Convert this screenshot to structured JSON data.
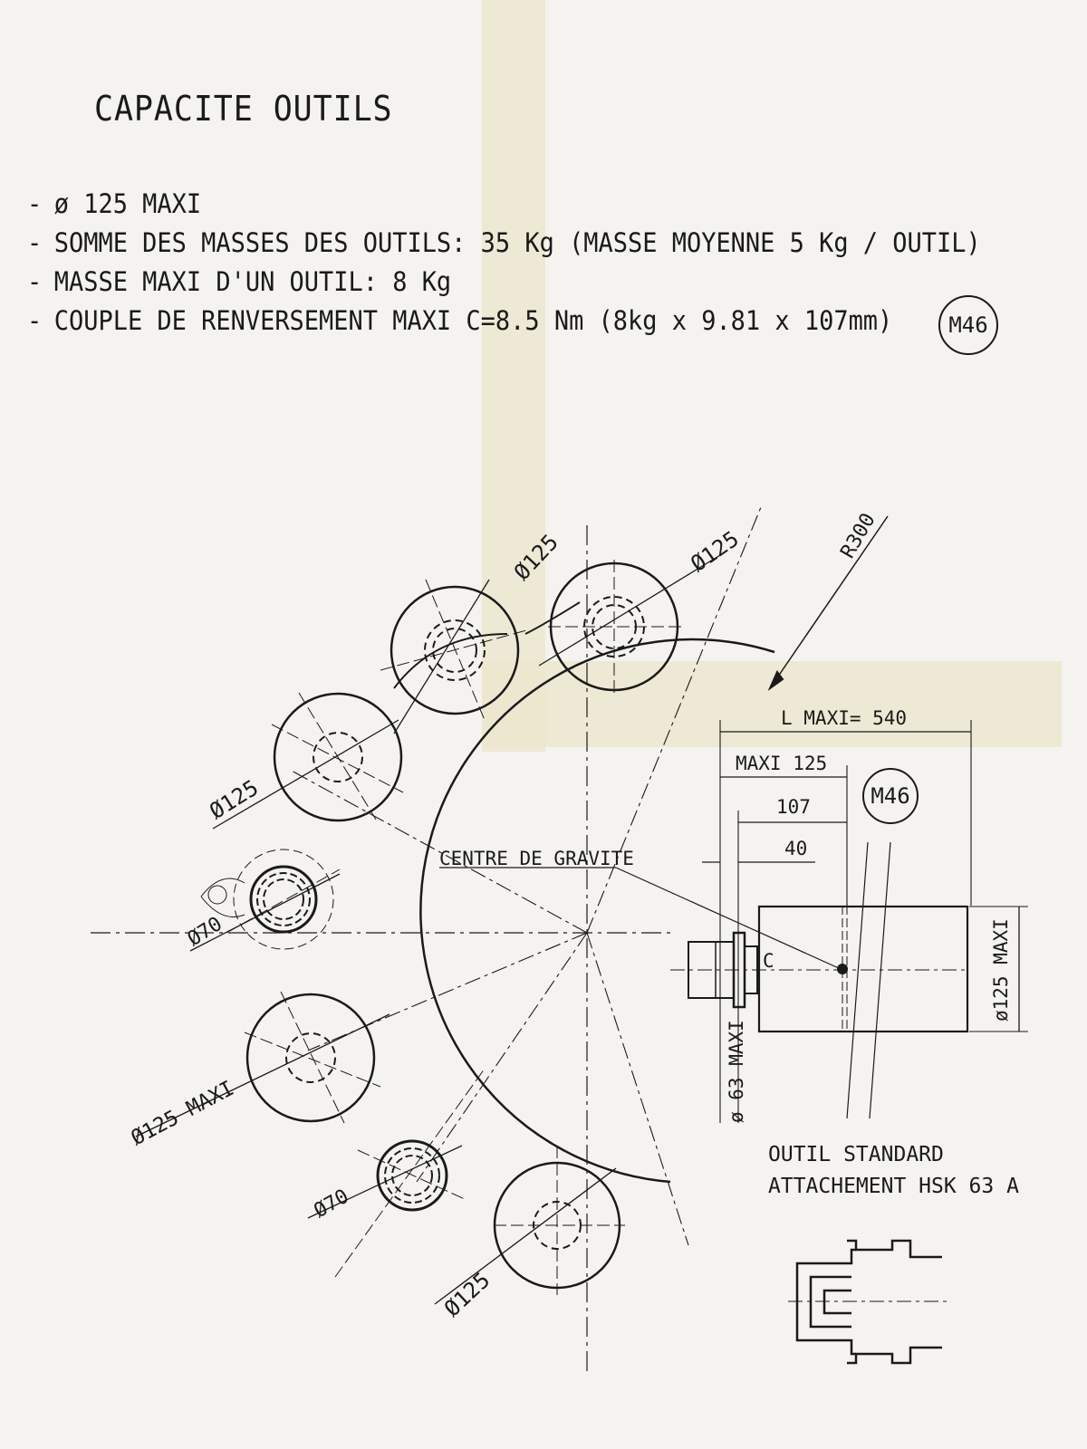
{
  "title": "CAPACITE OUTILS",
  "specs": [
    "ø 125 MAXI",
    "SOMME DES MASSES DES OUTILS: 35 Kg (MASSE MOYENNE 5 Kg / OUTIL)",
    "MASSE MAXI D'UN OUTIL: 8 Kg",
    "COUPLE DE RENVERSEMENT MAXI C=8.5 Nm (8kg x 9.81 x 107mm)"
  ],
  "spec_dash": "-",
  "badge": "M46",
  "diagram": {
    "radius_label": "R300",
    "pocket_labels": [
      "Ø125",
      "Ø125",
      "Ø125",
      "Ø70",
      "Ø125 MAXI",
      "Ø70",
      "Ø125"
    ],
    "cog_label": "CENTRE DE GRAVITE",
    "l_maxi": "L MAXI= 540",
    "maxi_125": "MAXI 125",
    "dim_107": "107",
    "dim_40": "40",
    "c_label": "C",
    "d63": "ø 63 MAXI",
    "d125": "ø125 MAXI",
    "tool_line1": "OUTIL STANDARD",
    "tool_line2": "ATTACHEMENT HSK 63 A"
  },
  "colors": {
    "ink": "#1a1a1a",
    "paper": "#f4f3ef",
    "tape": "#ece6cf"
  }
}
